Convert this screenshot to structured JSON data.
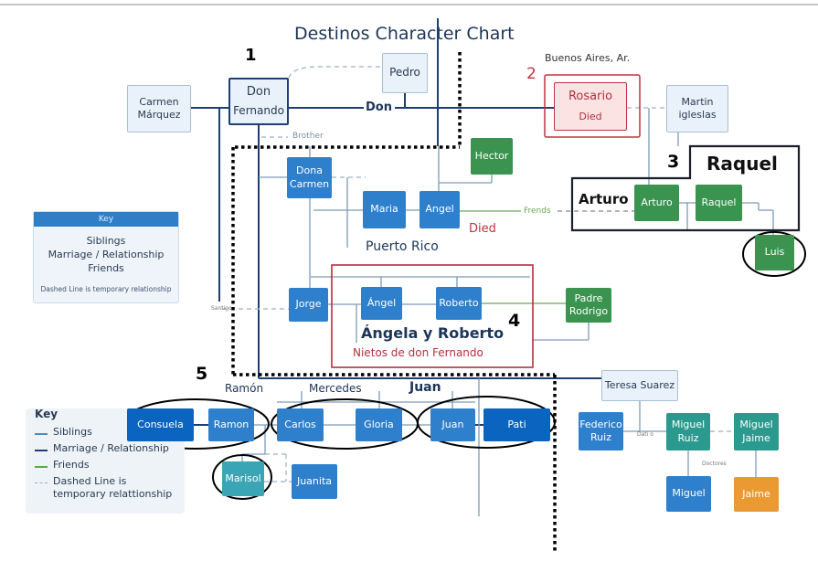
{
  "title": "Destinos Character Chart",
  "markers": {
    "m1": "1",
    "m2": "2",
    "m3": "3",
    "m4": "4",
    "m5": "5"
  },
  "labels": {
    "don": "Don",
    "brother": "Brother",
    "buenos_aires": "Buenos Aires, Ar.",
    "died_angel": "Died",
    "puerto_rico": "Puerto Rico",
    "raquel_group": "Raquel",
    "arturo_group": "Arturo",
    "friends_line": "Frends",
    "angela_roberto": "Ángela y Roberto",
    "nietos": "Nietos de don Fernando",
    "ramon": "Ramón",
    "mercedes": "Mercedes",
    "juan": "Juan",
    "doctores": "Doctores",
    "dating": "Dati o",
    "santiago": "Santigo"
  },
  "nodes": {
    "carmen_marquez": "Carmen\nMárquez",
    "don_fernando_1": "Don",
    "don_fernando_2": "Fernando",
    "pedro": "Pedro",
    "rosario": "Rosario",
    "rosario_died": "Died",
    "martin": "Martin\nigleslas",
    "hector": "Hector",
    "dona_carmen": "Dona\nCarmen",
    "maria": "Maria",
    "angel": "Angel",
    "arturo": "Arturo",
    "raquel": "Raquel",
    "luis": "Luis",
    "jorge": "Jorge",
    "angel2": "Ángel",
    "roberto": "Roberto",
    "padre_rodrigo": "Padre\nRodrigo",
    "teresa": "Teresa Suarez",
    "consuela": "Consuela",
    "ramon": "Ramon",
    "carlos": "Carlos",
    "gloria": "Gloria",
    "juan": "Juan",
    "pati": "Pati",
    "marisol": "Marisol",
    "juanita": "Juanita",
    "federico": "Federico\nRuiz",
    "miguel_ruiz": "Miguel\nRuiz",
    "miguel_jaime": "Miguel\nJaime",
    "miguel": "Miguel",
    "jaime": "Jaime"
  },
  "key_top": {
    "header": "Key",
    "siblings": "Siblings",
    "marriage": "Marriage / Relationship",
    "friends": "Friends",
    "dashed": "Dashed Line is temporary relationship"
  },
  "key_bottom": {
    "header": "Key",
    "siblings": "Siblings",
    "marriage": "Marriage / Relationship",
    "friends": "Friends",
    "dashed": "Dashed Line is\ntemporary relattionship"
  },
  "colors": {
    "siblings": "#4a8cc4",
    "marriage": "#1d3f73",
    "friends": "#5aaa4a",
    "died": "#c0323f"
  }
}
